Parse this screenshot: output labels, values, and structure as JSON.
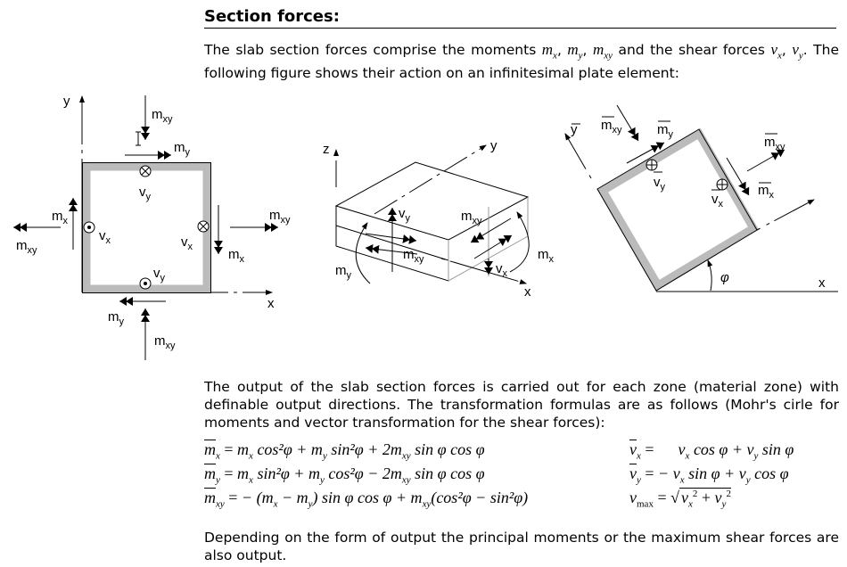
{
  "heading": "Section forces:",
  "intro": {
    "t1": "The slab section forces comprise the moments ",
    "mx": {
      "b": "m",
      "s": "x"
    },
    "my": {
      "b": "m",
      "s": "y"
    },
    "mxy": {
      "b": "m",
      "s": "xy"
    },
    "t2": " and the shear forces ",
    "vx": {
      "b": "v",
      "s": "x"
    },
    "vy": {
      "b": "v",
      "s": "y"
    },
    "sep": ", ",
    "t3": ". The following figure shows their action on an infinitesimal  plate element:"
  },
  "fig1": {
    "axis_y": "y",
    "axis_x": "x",
    "labels": [
      {
        "b": "m",
        "s": "xy"
      },
      {
        "b": "m",
        "s": "y"
      },
      {
        "b": "v",
        "s": "y"
      },
      {
        "b": "m",
        "s": "x"
      },
      {
        "b": "m",
        "s": "xy"
      },
      {
        "b": "v",
        "s": "x"
      },
      {
        "b": "v",
        "s": "x"
      },
      {
        "b": "m",
        "s": "x"
      },
      {
        "b": "m",
        "s": "xy"
      },
      {
        "b": "v",
        "s": "y"
      },
      {
        "b": "m",
        "s": "y"
      },
      {
        "b": "m",
        "s": "xy"
      }
    ]
  },
  "fig2": {
    "axis_z": "z",
    "axis_y": "y",
    "axis_x": "x",
    "labels": [
      {
        "b": "v",
        "s": "y"
      },
      {
        "b": "m",
        "s": "xy"
      },
      {
        "b": "m",
        "s": "y"
      },
      {
        "b": "m",
        "s": "xy"
      },
      {
        "b": "m",
        "s": "x"
      },
      {
        "b": "v",
        "s": "x"
      }
    ]
  },
  "fig3": {
    "axis_ybar": "y",
    "axis_x": "x",
    "angle": "φ",
    "labels": [
      {
        "b": "m",
        "s": "xy"
      },
      {
        "b": "m",
        "s": "y"
      },
      {
        "b": "v",
        "s": "y"
      },
      {
        "b": "m",
        "s": "xy"
      },
      {
        "b": "v",
        "s": "x"
      },
      {
        "b": "m",
        "s": "x"
      }
    ]
  },
  "output_text": "The output of the slab section forces is carried out for each zone (material zone) with definable output directions. The transformation formulas are as follows (Mohr's cirle for moments and vector transformation for the shear forces):",
  "formulas": [
    {
      "lhs": {
        "b": "m",
        "s": "x"
      },
      "rhs": [
        {
          "t": "m",
          "s": "x"
        },
        {
          "t": " cos²φ + m",
          "s": "y"
        },
        {
          "t": " sin²φ + 2m",
          "s": "xy"
        },
        {
          "t": " sin φ cos φ"
        }
      ]
    },
    {
      "lhs": {
        "b": "m",
        "s": "y"
      },
      "rhs": [
        {
          "t": "m",
          "s": "x"
        },
        {
          "t": " sin²φ + m",
          "s": "y"
        },
        {
          "t": " cos²φ − 2m",
          "s": "xy"
        },
        {
          "t": " sin φ cos φ"
        }
      ]
    },
    {
      "lhs": {
        "b": "m",
        "s": "xy"
      },
      "rhs": [
        {
          "t": "− (m",
          "s": "x"
        },
        {
          "t": " − m",
          "s": "y"
        },
        {
          "t": ") sin φ cos φ + m",
          "s": "xy"
        },
        {
          "t": "(cos²φ − sin²φ)"
        }
      ]
    },
    {
      "lhs": {
        "b": "v",
        "s": "x"
      },
      "rhs": [
        {
          "t": "     v",
          "s": "x"
        },
        {
          "t": " cos φ + v",
          "s": "y"
        },
        {
          "t": " sin φ"
        }
      ]
    },
    {
      "lhs": {
        "b": "v",
        "s": "y"
      },
      "rhs": [
        {
          "t": "− v",
          "s": "x"
        },
        {
          "t": " sin φ + v",
          "s": "y"
        },
        {
          "t": " cos φ"
        }
      ]
    }
  ],
  "vmax": {
    "b": "v",
    "s": "max",
    "r1": "v",
    "r1s": "x",
    "r2": "v",
    "r2s": "y",
    "plus": " + ",
    "sq": "2"
  },
  "equals": "=",
  "closing_text": "Depending on the form of output the principal moments or the maximum shear forces are also output."
}
